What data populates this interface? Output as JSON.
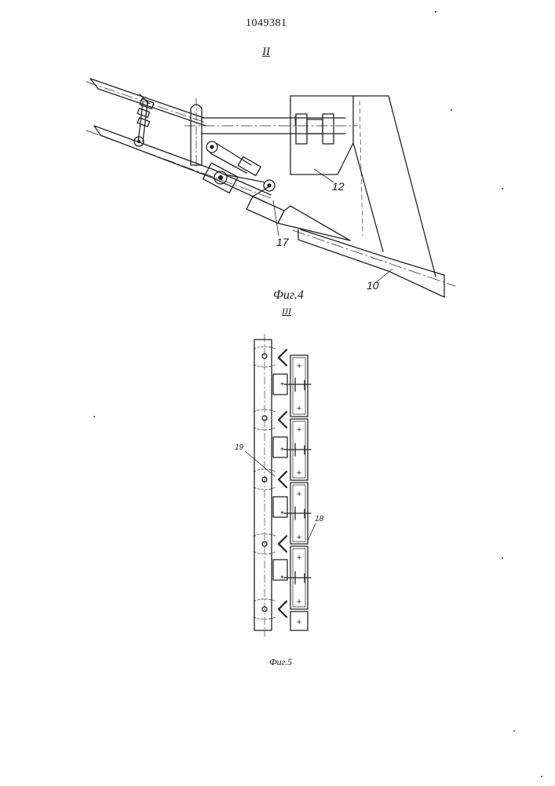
{
  "document": {
    "patent_number": "1049381"
  },
  "figure4": {
    "view_label": "II",
    "caption": "Фиг.4",
    "labels": {
      "part_12": "12",
      "part_17": "17",
      "part_10": "10"
    }
  },
  "figure5": {
    "view_label": "III",
    "caption": "Фиг.5",
    "labels": {
      "part_19": "19",
      "part_18": "18"
    }
  }
}
